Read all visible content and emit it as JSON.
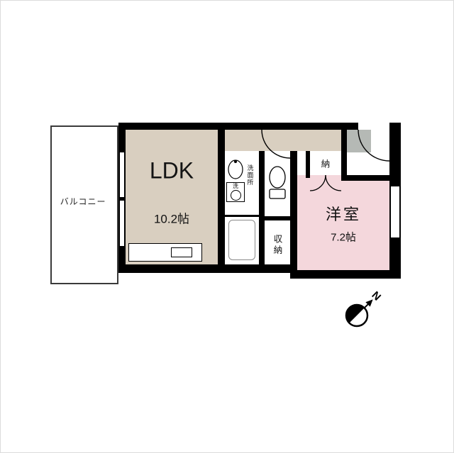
{
  "balcony": {
    "label": "バルコニー"
  },
  "ldk": {
    "label": "LDK",
    "size": "10.2帖"
  },
  "washroom": {
    "label": "洗面所"
  },
  "washer": {
    "label": "洗"
  },
  "storage": {
    "label": "収納"
  },
  "closet": {
    "label": "納"
  },
  "western_room": {
    "label": "洋室",
    "size": "7.2帖"
  },
  "compass": {
    "label": "N"
  },
  "colors": {
    "wall": "#000000",
    "ldk_floor": "#d9cfc0",
    "hall_floor": "#d9cfc0",
    "western_floor": "#f4d7dc",
    "entry_tile": "#b5b9b5",
    "balcony_outline": "#3a3a3a"
  }
}
